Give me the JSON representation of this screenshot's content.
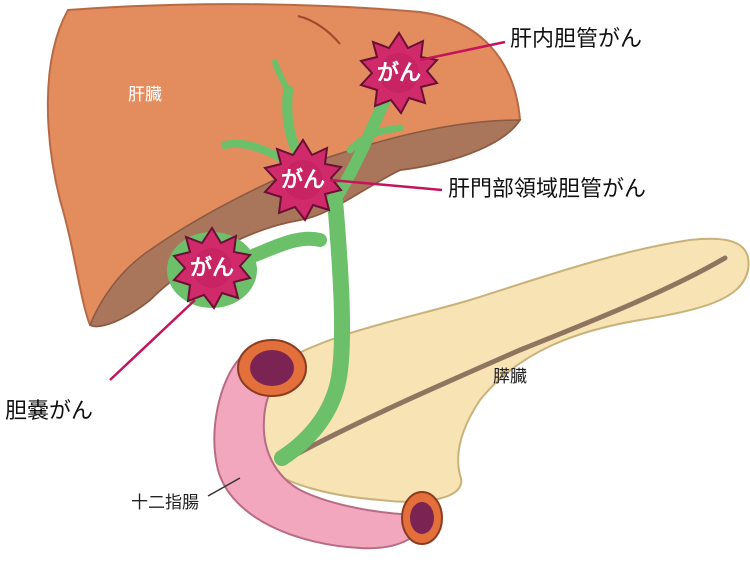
{
  "organs": {
    "liver": "肝臓",
    "pancreas": "膵臓",
    "duodenum": "十二指腸"
  },
  "tumor_text": "がん",
  "callouts": {
    "intrahepatic": "肝内胆管がん",
    "hilar": "肝門部領域胆管がん",
    "gallbladder": "胆嚢がん"
  },
  "colors": {
    "liver": "#e38c5d",
    "liver_shadow": "#a9765c",
    "bile_duct": "#6cc06a",
    "tumor": "#d12a6b",
    "pancreas": "#f7e3b3",
    "duodenum": "#f2a7bf",
    "leader_line": "#c4145c"
  }
}
